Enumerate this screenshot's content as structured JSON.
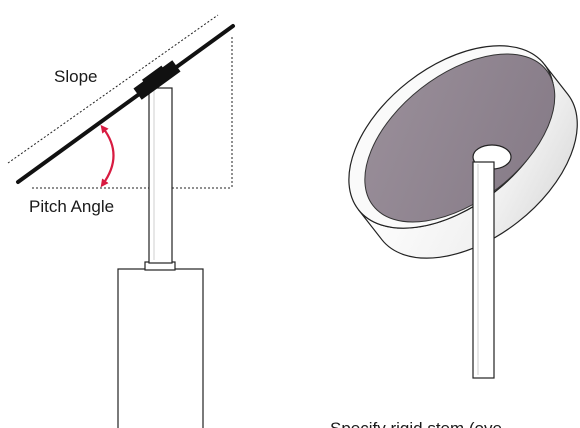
{
  "labels": {
    "slope": "Slope",
    "pitch_angle": "Pitch Angle",
    "caption": "Specify rigid stem (ove"
  },
  "colors": {
    "line": "#111111",
    "outline": "#222222",
    "angle_arc": "#d81b41",
    "disc_face": "#8f8590",
    "disc_rim": "#f4f4f4",
    "background": "#ffffff"
  }
}
